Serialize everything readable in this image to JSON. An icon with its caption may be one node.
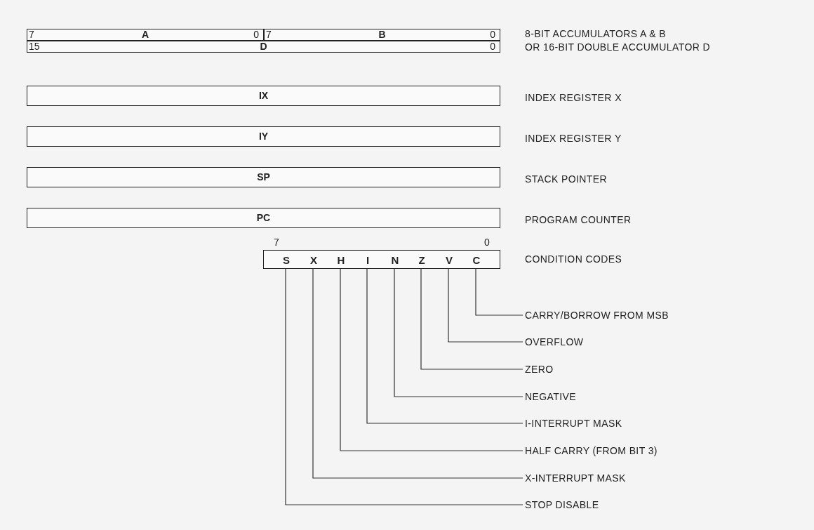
{
  "diagram": {
    "nodes": [
      {
        "text": [
          "7",
          "A",
          "0"
        ]
      },
      {
        "text": [
          "7",
          "B",
          "0"
        ]
      },
      {
        "text": [
          "15",
          "D",
          "0"
        ]
      },
      {
        "text": [
          "IX"
        ]
      },
      {
        "text": [
          "IY"
        ]
      },
      {
        "text": [
          "SP"
        ]
      },
      {
        "text": [
          "PC"
        ]
      },
      {
        "text": [],
        "shape": "box",
        "beside": [
          "7",
          "0"
        ]
      },
      {
        "text": [
          "S"
        ],
        "in": 7
      },
      {
        "text": [
          "X"
        ],
        "in": 7
      },
      {
        "text": [
          "H"
        ],
        "in": 7
      },
      {
        "text": [
          "I"
        ],
        "in": 7
      },
      {
        "text": [
          "N"
        ],
        "in": 7
      },
      {
        "text": [
          "Z"
        ],
        "in": 7
      },
      {
        "text": [
          "V"
        ],
        "in": 7
      },
      {
        "text": [
          "C"
        ],
        "in": 7
      },
      {
        "text": [
          "CARRY/BORROW FROM MSB"
        ]
      },
      {
        "text": [
          "OVERFLOW"
        ]
      },
      {
        "text": [
          "ZERO"
        ]
      },
      {
        "text": [
          "NEGATIVE"
        ]
      },
      {
        "text": [
          "I-INTERRUPT MASK"
        ]
      },
      {
        "text": [
          "HALF CARRY (FROM BIT 3)"
        ]
      },
      {
        "text": [
          "X-INTERRUPT MASK"
        ]
      },
      {
        "text": [
          "STOP DISABLE"
        ]
      }
    ],
    "edges": [
      {
        "from": 15,
        "to": 16,
        "arrow": "none"
      },
      {
        "from": 14,
        "to": 17,
        "arrow": "none"
      },
      {
        "from": 13,
        "to": 18,
        "arrow": "none"
      },
      {
        "from": 12,
        "to": 19,
        "arrow": "none"
      },
      {
        "from": 11,
        "to": 20,
        "arrow": "none"
      },
      {
        "from": 10,
        "to": 21,
        "arrow": "none"
      },
      {
        "from": 9,
        "to": 22,
        "arrow": "none"
      },
      {
        "from": 8,
        "to": 23,
        "arrow": "none"
      }
    ],
    "labels": [
      "8-BIT ACCUMULATORS A & B",
      "OR 16-BIT DOUBLE ACCUMULATOR D",
      "INDEX REGISTER X",
      "INDEX REGISTER Y",
      "STACK POINTER",
      "PROGRAM COUNTER",
      "CONDITION CODES"
    ]
  }
}
